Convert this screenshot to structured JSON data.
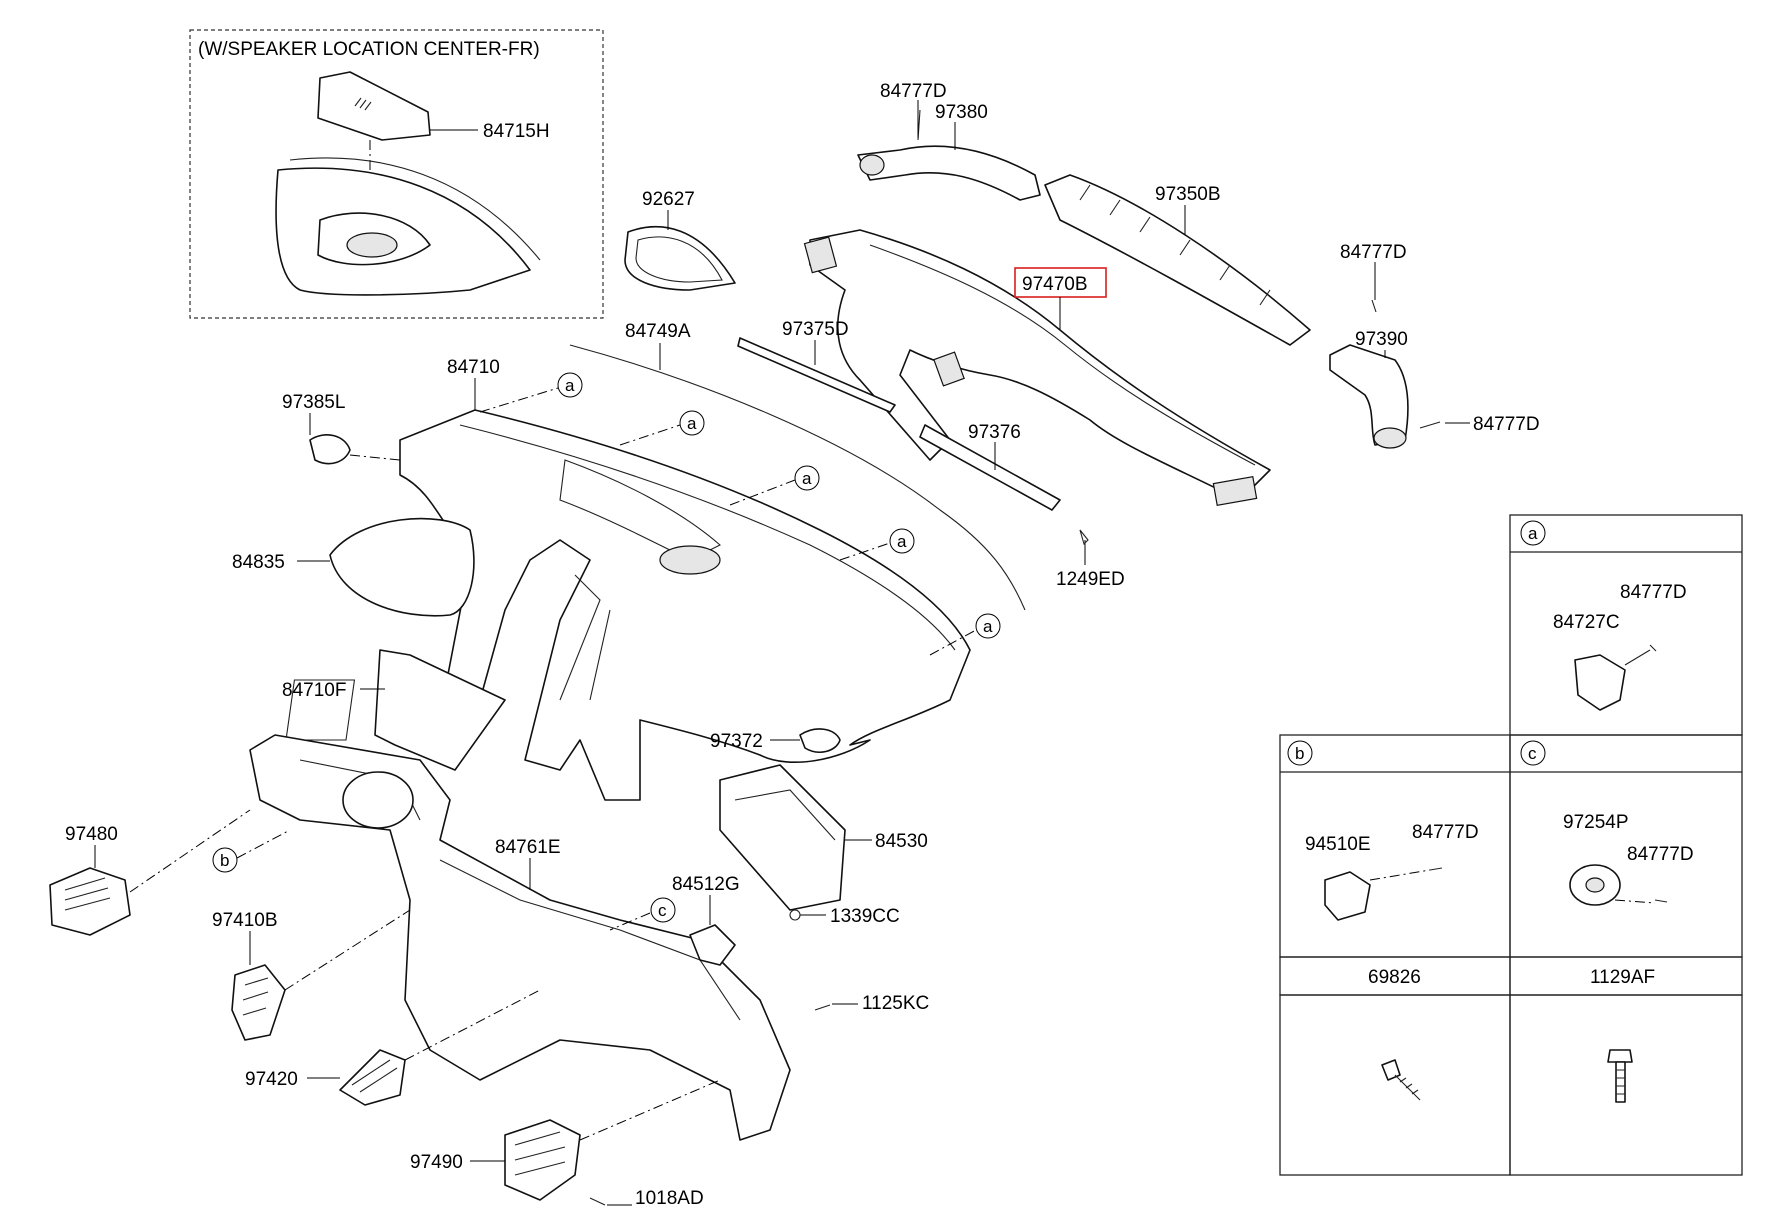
{
  "inset": {
    "title": "(W/SPEAKER LOCATION CENTER-FR)",
    "parts": [
      "84715H"
    ]
  },
  "labels": {
    "p84777D_a": "84777D",
    "p97380": "97380",
    "p97350B": "97350B",
    "p92627": "92627",
    "p97470B": "97470B",
    "p84777D_b": "84777D",
    "p84749A": "84749A",
    "p97375D": "97375D",
    "p97390": "97390",
    "p84777D_c": "84777D",
    "p84710": "84710",
    "p97385L": "97385L",
    "p97376": "97376",
    "p84835": "84835",
    "p1249ED": "1249ED",
    "p84710F": "84710F",
    "p97372": "97372",
    "p97480": "97480",
    "p84761E": "84761E",
    "p84530": "84530",
    "p84512G": "84512G",
    "p1339CC": "1339CC",
    "p97410B": "97410B",
    "p1125KC": "1125KC",
    "p97420": "97420",
    "p97490": "97490",
    "p1018AD": "1018AD"
  },
  "highlighted_part": "97470B",
  "ref_markers": {
    "a": "a",
    "b": "b",
    "c": "c"
  },
  "legend_table": {
    "cell_a": {
      "letter": "a",
      "parts": [
        "84777D",
        "84727C"
      ]
    },
    "cell_b": {
      "letter": "b",
      "parts": [
        "94510E",
        "84777D"
      ]
    },
    "cell_c": {
      "letter": "c",
      "parts": [
        "97254P",
        "84777D"
      ]
    },
    "fasteners": [
      "69826",
      "1129AF"
    ]
  },
  "colors": {
    "line": "#000000",
    "highlight": "#d81e1e",
    "background": "#ffffff"
  }
}
